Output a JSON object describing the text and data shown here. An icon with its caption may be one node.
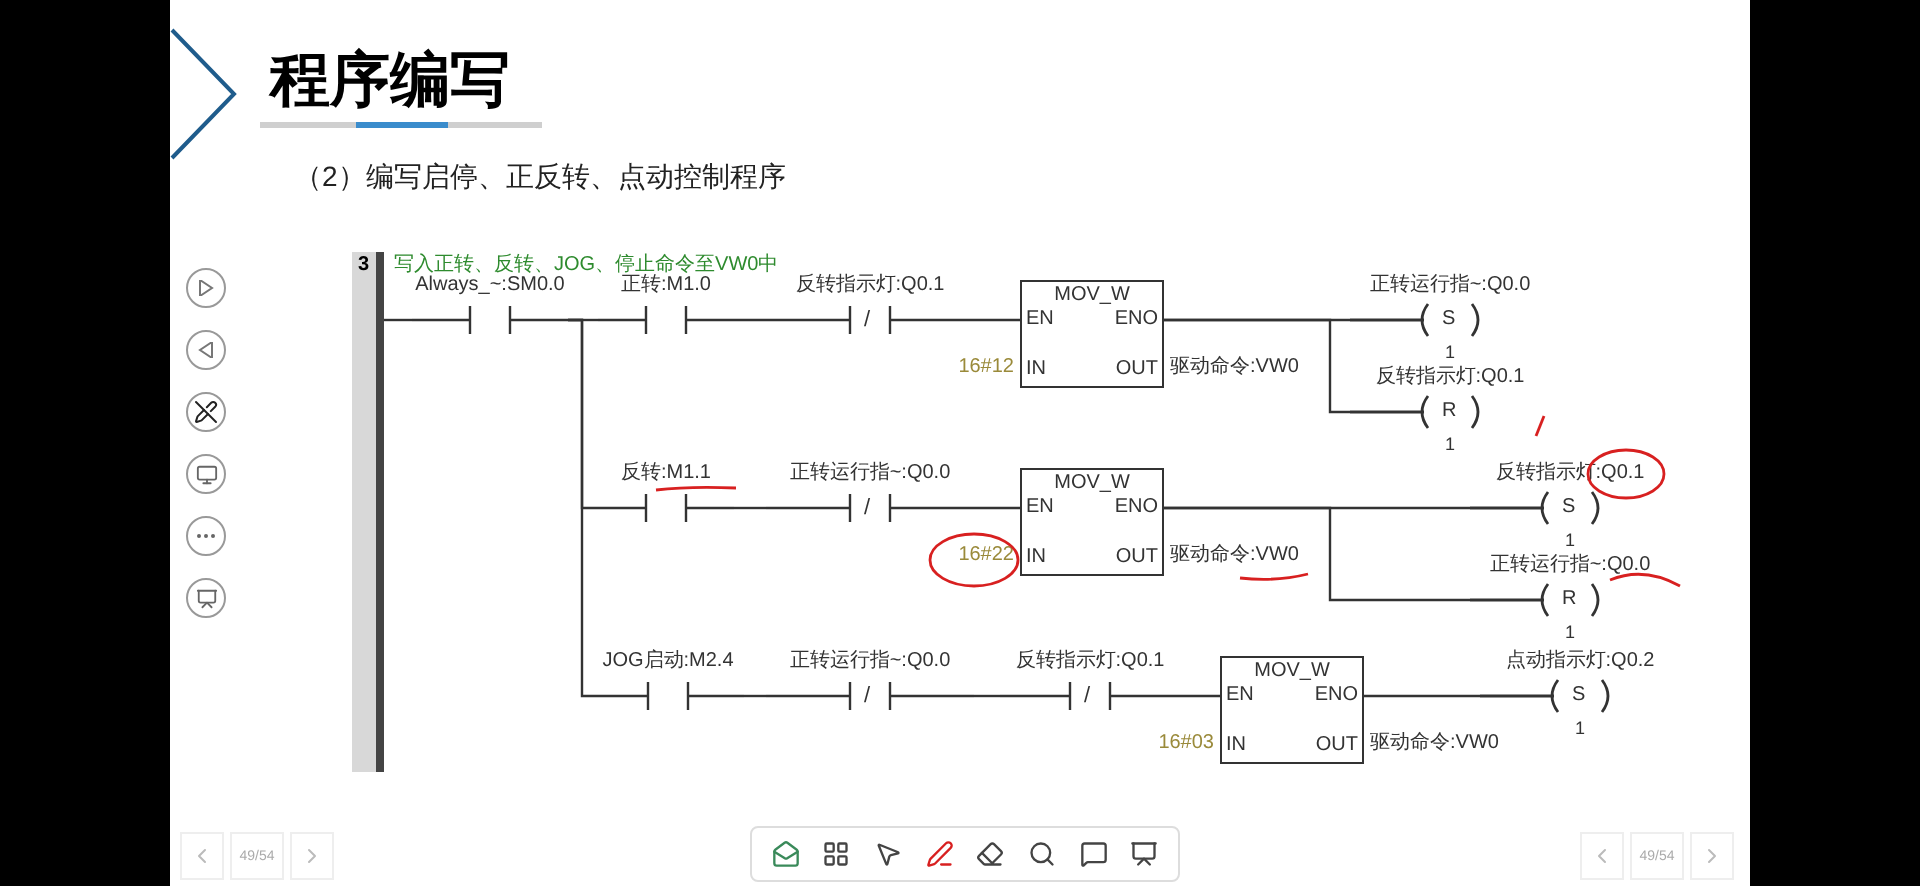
{
  "diagram": {
    "title": "程序编写",
    "nodes": [
      {
        "text": [],
        "shape": "bar"
      },
      {
        "text": [
          "Always_~:SM0.0"
        ]
      },
      {
        "text": [
          "正转:M1.0"
        ]
      },
      {
        "text": [
          "反转指示灯:Q0.1",
          "/"
        ]
      },
      {
        "text": [
          "MOV_W",
          "EN",
          "ENO",
          "IN",
          "OUT"
        ],
        "beside": [
          "16#12",
          "驱动命令:VW0"
        ]
      },
      {
        "text": [
          "正转运行指~:Q0.0",
          "S",
          "1"
        ]
      },
      {
        "text": [
          "反转指示灯:Q0.1",
          "R",
          "1"
        ]
      },
      {
        "text": [
          "反转:M1.1"
        ]
      },
      {
        "text": [
          "正转运行指~:Q0.0",
          "/"
        ]
      },
      {
        "text": [
          "MOV_W",
          "EN",
          "ENO",
          "IN",
          "OUT"
        ],
        "beside": [
          "16#22",
          "驱动命令:VW0"
        ]
      },
      {
        "text": [
          "反转指示灯:Q0.1",
          "S",
          "1"
        ]
      },
      {
        "text": [
          "正转运行指~:Q0.0",
          "R",
          "1"
        ]
      },
      {
        "text": [
          "JOG启动:M2.4"
        ]
      },
      {
        "text": [
          "正转运行指~:Q0.0",
          "/"
        ]
      },
      {
        "text": [
          "反转指示灯:Q0.1",
          "/"
        ]
      },
      {
        "text": [
          "MOV_W",
          "EN",
          "ENO",
          "IN",
          "OUT"
        ],
        "beside": [
          "16#03",
          "驱动命令:VW0"
        ]
      },
      {
        "text": [
          "点动指示灯:Q0.2",
          "S",
          "1"
        ]
      }
    ],
    "edges": [
      {
        "from": 0,
        "to": 1,
        "arrow": "none"
      },
      {
        "from": 1,
        "to": 2,
        "arrow": "none"
      },
      {
        "from": 2,
        "to": 3,
        "arrow": "none"
      },
      {
        "from": 3,
        "to": 4,
        "arrow": "none"
      },
      {
        "from": 4,
        "to": 5,
        "arrow": "none"
      },
      {
        "from": 4,
        "to": 6,
        "arrow": "none"
      },
      {
        "from": 1,
        "to": 7,
        "arrow": "none"
      },
      {
        "from": 7,
        "to": 8,
        "arrow": "none"
      },
      {
        "from": 8,
        "to": 9,
        "arrow": "none"
      },
      {
        "from": 9,
        "to": 10,
        "arrow": "none"
      },
      {
        "from": 9,
        "to": 11,
        "arrow": "none"
      },
      {
        "from": 1,
        "to": 12,
        "arrow": "none"
      },
      {
        "from": 12,
        "to": 13,
        "arrow": "none"
      },
      {
        "from": 13,
        "to": 14,
        "arrow": "none"
      },
      {
        "from": 14,
        "to": 15,
        "arrow": "none"
      },
      {
        "from": 15,
        "to": 16,
        "arrow": "none"
      }
    ],
    "labels": [
      "（2）编写启停、正反转、点动控制程序",
      "3",
      "写入正转、反转、JOG、停止命令至VW0中",
      "49/54",
      "49/54"
    ]
  }
}
